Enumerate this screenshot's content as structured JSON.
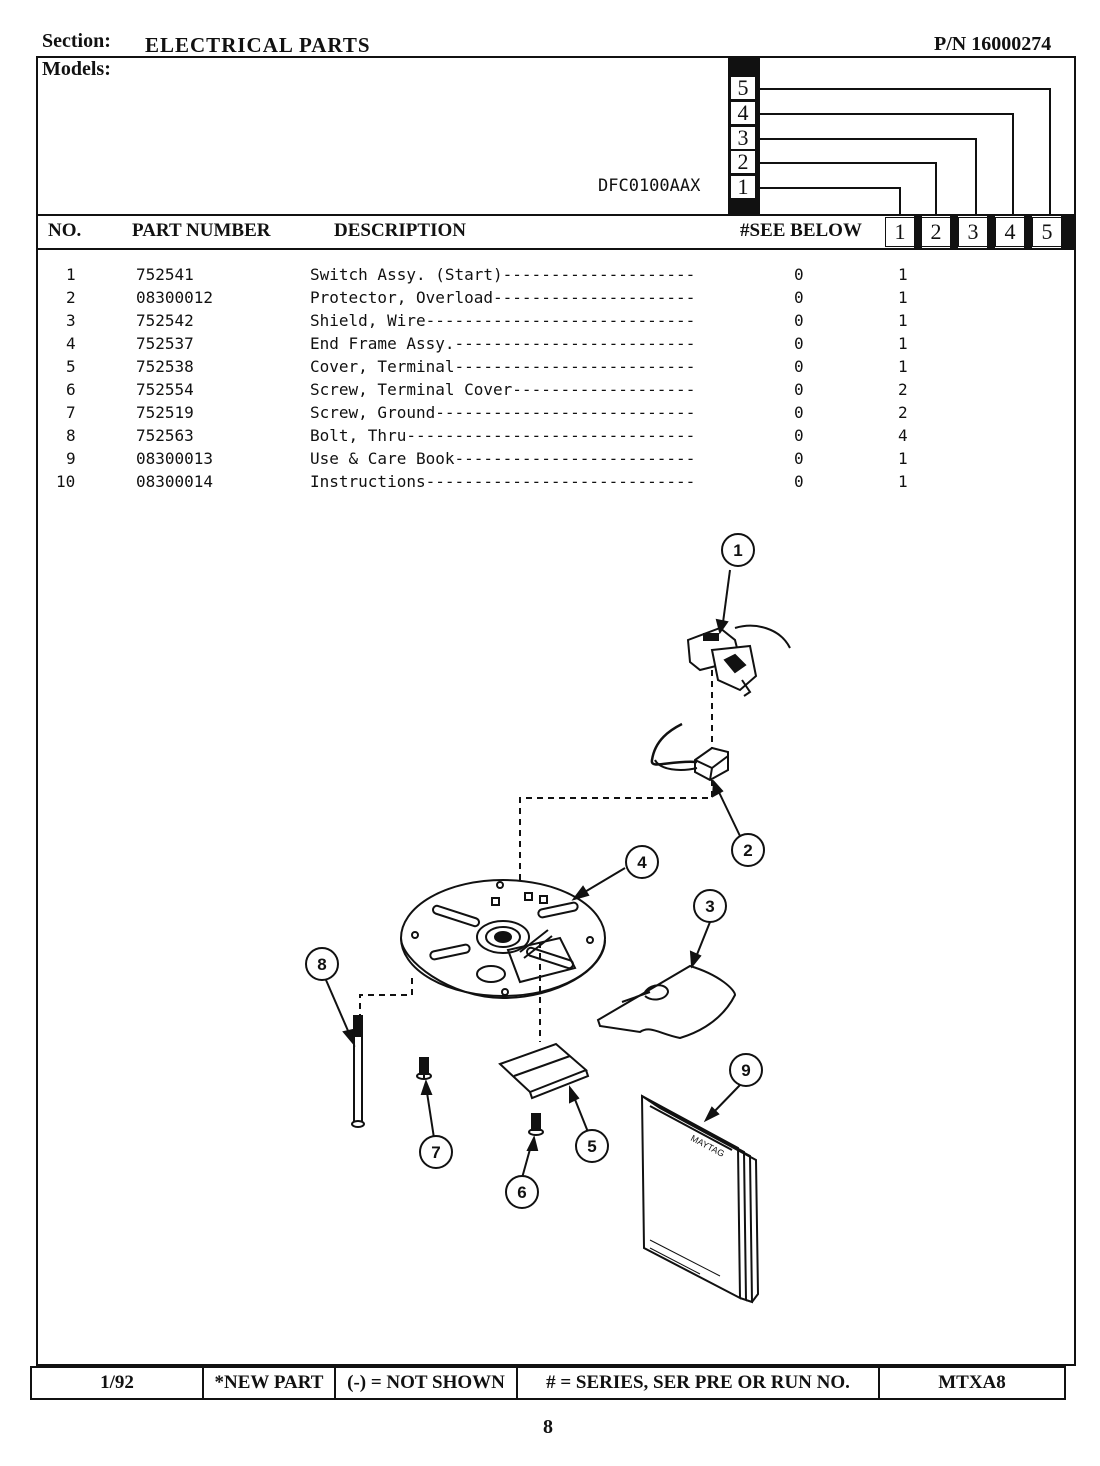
{
  "header": {
    "section_label": "Section:",
    "section_value": "ELECTRICAL PARTS",
    "part_number": "P/N 16000274",
    "models_label": "Models:",
    "model_code": "DFC0100AAX",
    "series_boxes": [
      "5",
      "4",
      "3",
      "2",
      "1"
    ]
  },
  "columns": {
    "no": "NO.",
    "part_number": "PART NUMBER",
    "description": "DESCRIPTION",
    "see_below": "#SEE BELOW",
    "series": [
      "1",
      "2",
      "3",
      "4",
      "5"
    ]
  },
  "parts": [
    {
      "no": "1",
      "part": "752541",
      "desc": "Switch Assy. (Start)",
      "dashes": "--------------------",
      "code": "0",
      "qty": "1"
    },
    {
      "no": "2",
      "part": "08300012",
      "desc": "Protector, Overload",
      "dashes": "---------------------",
      "code": "0",
      "qty": "1"
    },
    {
      "no": "3",
      "part": "752542",
      "desc": "Shield, Wire",
      "dashes": "----------------------------",
      "code": "0",
      "qty": "1"
    },
    {
      "no": "4",
      "part": "752537",
      "desc": "End Frame Assy.",
      "dashes": "-------------------------",
      "code": "0",
      "qty": "1"
    },
    {
      "no": "5",
      "part": "752538",
      "desc": "Cover, Terminal",
      "dashes": "-------------------------",
      "code": "0",
      "qty": "1"
    },
    {
      "no": "6",
      "part": "752554",
      "desc": "Screw, Terminal Cover",
      "dashes": "-------------------",
      "code": "0",
      "qty": "2"
    },
    {
      "no": "7",
      "part": "752519",
      "desc": "Screw, Ground",
      "dashes": "---------------------------",
      "code": "0",
      "qty": "2"
    },
    {
      "no": "8",
      "part": "752563",
      "desc": "Bolt, Thru",
      "dashes": "------------------------------",
      "code": "0",
      "qty": "4"
    },
    {
      "no": "9",
      "part": "08300013",
      "desc": "Use & Care Book",
      "dashes": "-------------------------",
      "code": "0",
      "qty": "1"
    },
    {
      "no": "10",
      "part": "08300014",
      "desc": "Instructions",
      "dashes": "----------------------------",
      "code": "0",
      "qty": "1"
    }
  ],
  "diagram": {
    "callouts": [
      "1",
      "2",
      "3",
      "4",
      "5",
      "6",
      "7",
      "8",
      "9"
    ],
    "book_brand": "MAYTAG"
  },
  "footer": {
    "date": "1/92",
    "new_part": "*NEW PART",
    "not_shown": "(-) = NOT SHOWN",
    "series_note": "# = SERIES, SER PRE OR RUN NO.",
    "code": "MTXA8"
  },
  "page_number": "8"
}
